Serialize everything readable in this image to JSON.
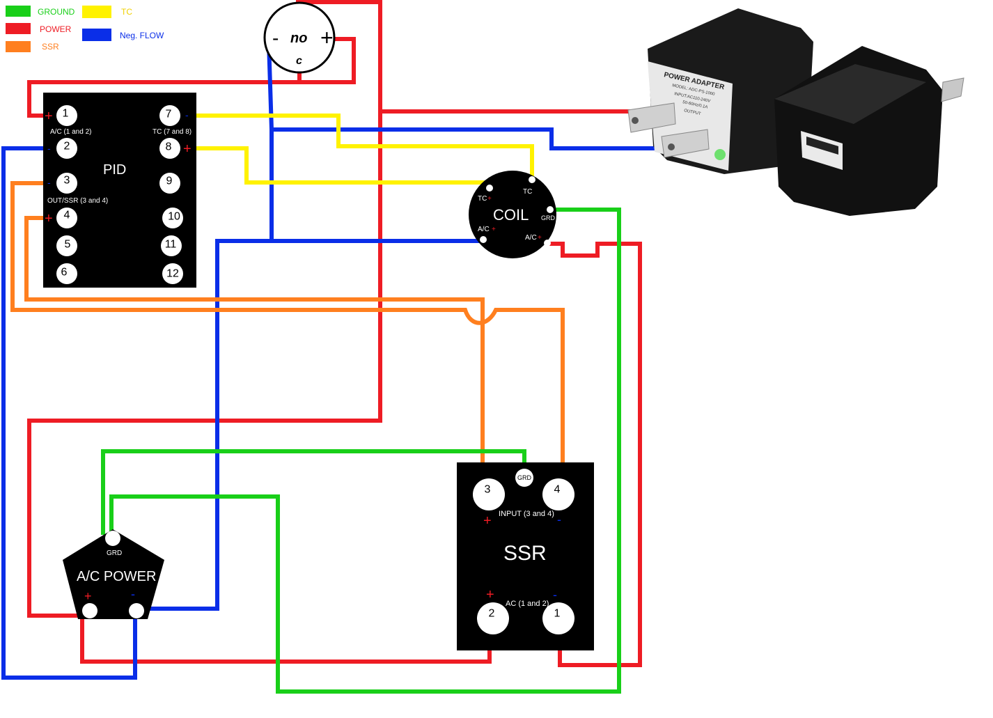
{
  "colors": {
    "ground": "#19cf19",
    "power": "#ee1c24",
    "ssr": "#ff7f1f",
    "tc": "#fff200",
    "neg_flow": "#0a2ee8",
    "component": "#000000"
  },
  "legend": [
    {
      "label": "GROUND",
      "color": "#19cf19"
    },
    {
      "label": "POWER",
      "color": "#ee1c24"
    },
    {
      "label": "SSR",
      "color": "#ff7f1f"
    },
    {
      "label": "TC",
      "color": "#fff200"
    },
    {
      "label": "Neg. FLOW",
      "color": "#0a2ee8"
    }
  ],
  "switch": {
    "minus": "-",
    "plus": "+",
    "no": "no",
    "c": "c"
  },
  "pid": {
    "title": "PID",
    "label_ac": "A/C (1 and 2)",
    "label_tc": "TC (7 and 8)",
    "label_out": "OUT/SSR (3 and 4)",
    "plus": "+",
    "minus": "-",
    "pins_left": [
      "1",
      "2",
      "3",
      "4",
      "5",
      "6"
    ],
    "pins_right": [
      "7",
      "8",
      "9",
      "10",
      "11",
      "12"
    ]
  },
  "coil": {
    "title": "COIL",
    "tc_left": "TC",
    "tc_top": "TC",
    "grd": "GRD",
    "ac_left": "A/C",
    "ac_right": "A/C",
    "plus": "+"
  },
  "ssr": {
    "title": "SSR",
    "grd": "GRD",
    "pin3": "3",
    "pin4": "4",
    "pin2": "2",
    "pin1": "1",
    "input_label": "INPUT (3 and 4)",
    "ac_label": "AC (1 and 2)",
    "plus": "+",
    "minus": "-"
  },
  "acpower": {
    "title": "A/C POWER",
    "grd": "GRD",
    "plus": "+",
    "minus": "-"
  },
  "adapter": {
    "label": "POWER ADAPTER",
    "model": "MODEL: ADC-PS-1000",
    "input": "INPUT:AC110-240V",
    "freq": "50-60Hz/0.1A",
    "output": "OUTPUT"
  }
}
